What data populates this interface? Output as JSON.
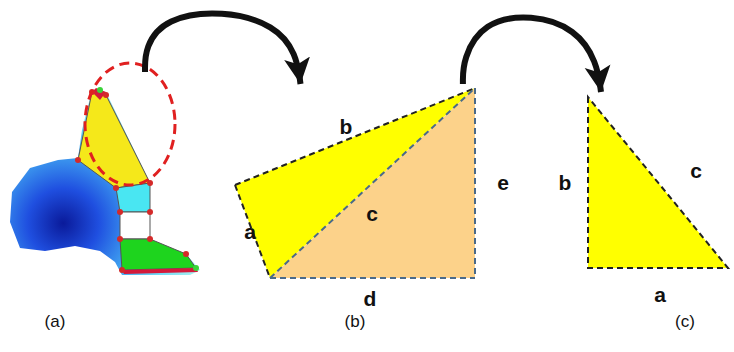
{
  "diagram": {
    "nodes": [
      {
        "text": [
          "(a)"
        ]
      },
      {
        "text": [
          "(b)"
        ]
      },
      {
        "text": [
          "(c)"
        ]
      }
    ],
    "edges": [
      {
        "from": 0,
        "to": 1,
        "arrow": "to"
      },
      {
        "from": 1,
        "to": 2,
        "arrow": "to"
      }
    ],
    "labels": [
      "b",
      "a",
      "c",
      "e",
      "d",
      "b",
      "c",
      "a"
    ]
  }
}
